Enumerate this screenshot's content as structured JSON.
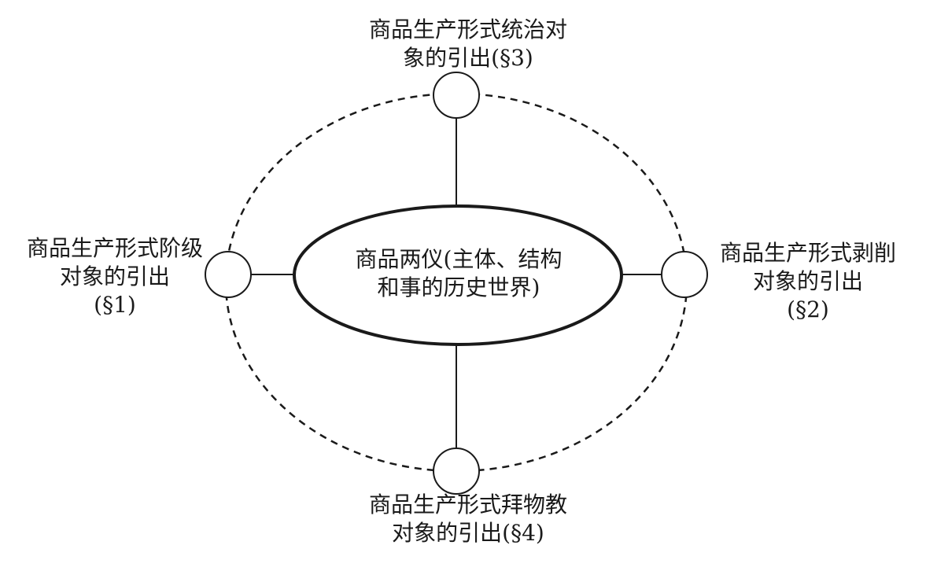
{
  "diagram": {
    "center": {
      "lines": [
        "商品两仪(主体、结构",
        "和事的历史世界)"
      ]
    },
    "nodes": {
      "top": {
        "lines": [
          "商品生产形式统治对",
          "象的引出(§3)"
        ]
      },
      "left": {
        "lines": [
          "商品生产形式阶级",
          "对象的引出",
          "(§1)"
        ]
      },
      "right": {
        "lines": [
          "商品生产形式剥削",
          "对象的引出",
          "(§2)"
        ]
      },
      "bottom": {
        "lines": [
          "商品生产形式拜物教",
          "对象的引出(§4)"
        ]
      }
    },
    "colors": {
      "stroke": "#1a1a1a",
      "background": "#ffffff"
    }
  }
}
